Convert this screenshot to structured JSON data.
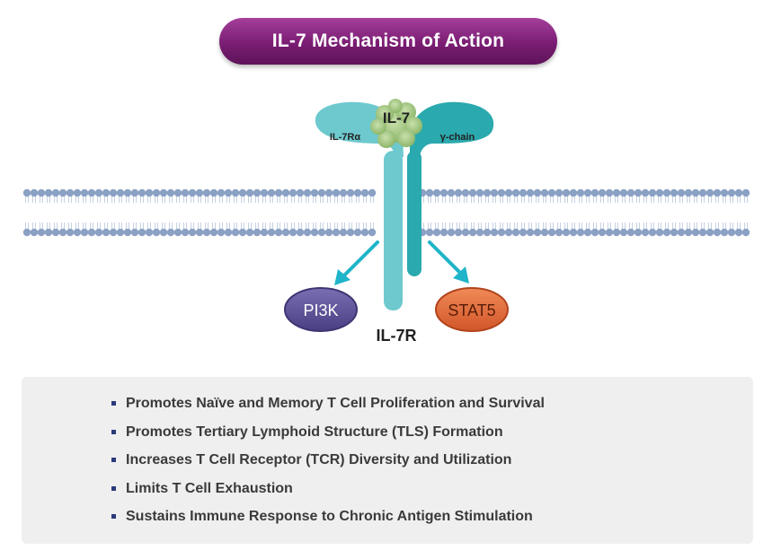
{
  "title": "IL-7 Mechanism of Action",
  "diagram": {
    "ligand": "IL-7",
    "alpha_chain": "IL-7Rα",
    "gamma_chain": "γ-chain",
    "receptor": "IL-7R",
    "pathway_left": "PI3K",
    "pathway_right": "STAT5"
  },
  "colors": {
    "title_pill": "#7a1d73",
    "alpha_chain": "#6ec9ce",
    "gamma_chain": "#2aa9ae",
    "ligand": "#a9c98a",
    "pi3k": "#5a4f94",
    "stat5": "#e56b3a",
    "arrow": "#1fb4c9",
    "membrane": "#8aa1c4",
    "bullet": "#2b3a7a"
  },
  "effects": [
    "Promotes Naïve and Memory T Cell Proliferation and Survival",
    "Promotes Tertiary Lymphoid Structure (TLS) Formation",
    "Increases T Cell Receptor (TCR) Diversity and Utilization",
    "Limits T Cell Exhaustion",
    "Sustains Immune Response to Chronic Antigen Stimulation"
  ]
}
